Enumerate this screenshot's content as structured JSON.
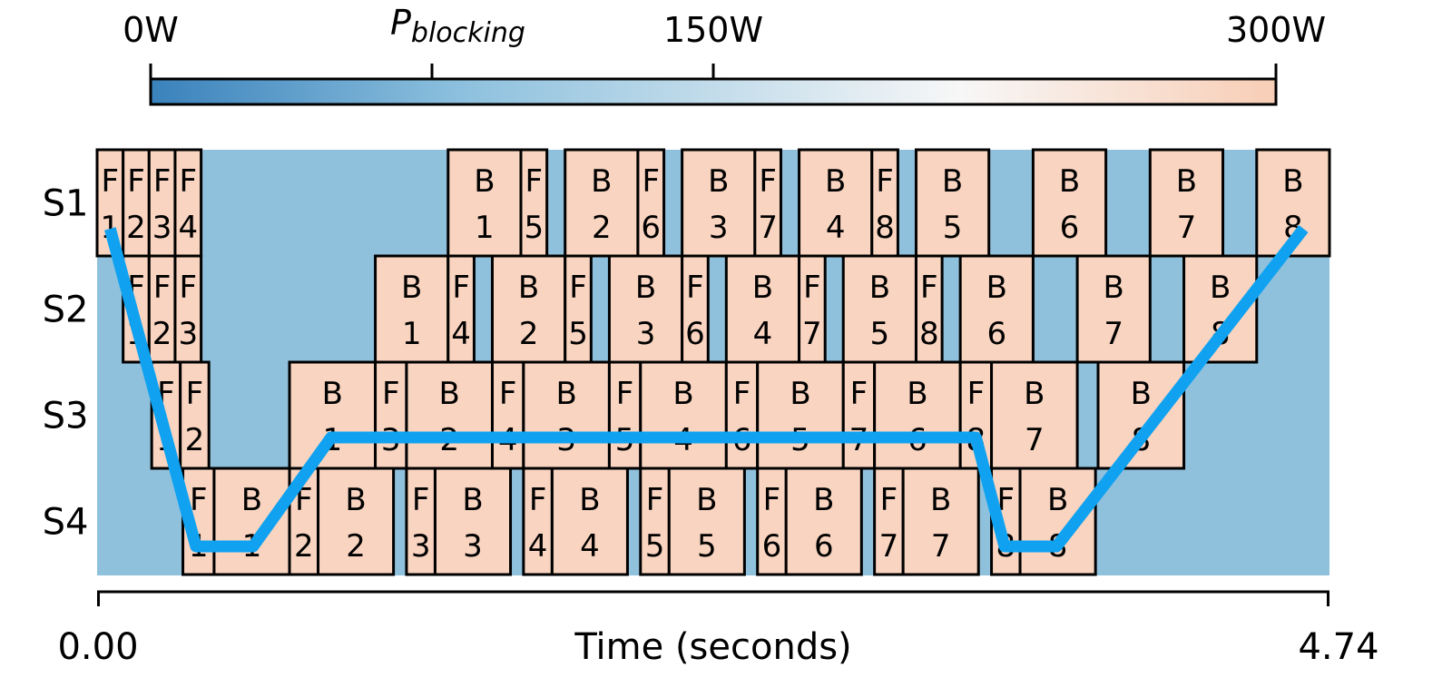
{
  "chart_data": {
    "type": "pipeline-timeline",
    "colorbar": {
      "title_main": "P",
      "title_sub": "blocking",
      "tick_labels": [
        "0W",
        "150W",
        "300W"
      ],
      "ticks": [
        0,
        75,
        150,
        300
      ],
      "range": [
        0,
        300
      ],
      "colors": [
        "#3a82bc",
        "#8ec1de",
        "#f7f7f7",
        "#f8ceb6"
      ]
    },
    "xaxis": {
      "label": "Time (seconds)",
      "min": 0.0,
      "max": 4.74,
      "min_label": "0.00",
      "max_label": "4.74"
    },
    "background_color": "#8fc1dd",
    "task_color": "#f9d4c0",
    "path_color": "#10a2f0",
    "stages": [
      {
        "label": "S1",
        "tasks": [
          {
            "kind": "F",
            "id": "1",
            "start": 0.0,
            "end": 0.1
          },
          {
            "kind": "F",
            "id": "2",
            "start": 0.1,
            "end": 0.2
          },
          {
            "kind": "F",
            "id": "3",
            "start": 0.2,
            "end": 0.3
          },
          {
            "kind": "F",
            "id": "4",
            "start": 0.3,
            "end": 0.4
          },
          {
            "kind": "B",
            "id": "1",
            "start": 1.35,
            "end": 1.63
          },
          {
            "kind": "F",
            "id": "5",
            "start": 1.63,
            "end": 1.73
          },
          {
            "kind": "B",
            "id": "2",
            "start": 1.8,
            "end": 2.08
          },
          {
            "kind": "F",
            "id": "6",
            "start": 2.08,
            "end": 2.18
          },
          {
            "kind": "B",
            "id": "3",
            "start": 2.25,
            "end": 2.53
          },
          {
            "kind": "F",
            "id": "7",
            "start": 2.53,
            "end": 2.63
          },
          {
            "kind": "B",
            "id": "4",
            "start": 2.7,
            "end": 2.98
          },
          {
            "kind": "F",
            "id": "8",
            "start": 2.98,
            "end": 3.08
          },
          {
            "kind": "B",
            "id": "5",
            "start": 3.15,
            "end": 3.43
          },
          {
            "kind": "B",
            "id": "6",
            "start": 3.6,
            "end": 3.88
          },
          {
            "kind": "B",
            "id": "7",
            "start": 4.05,
            "end": 4.33
          },
          {
            "kind": "B",
            "id": "8",
            "start": 4.46,
            "end": 4.74
          }
        ]
      },
      {
        "label": "S2",
        "tasks": [
          {
            "kind": "F",
            "id": "1",
            "start": 0.1,
            "end": 0.2
          },
          {
            "kind": "F",
            "id": "2",
            "start": 0.2,
            "end": 0.3
          },
          {
            "kind": "F",
            "id": "3",
            "start": 0.3,
            "end": 0.4
          },
          {
            "kind": "B",
            "id": "1",
            "start": 1.07,
            "end": 1.35
          },
          {
            "kind": "F",
            "id": "4",
            "start": 1.35,
            "end": 1.45
          },
          {
            "kind": "B",
            "id": "2",
            "start": 1.52,
            "end": 1.8
          },
          {
            "kind": "F",
            "id": "5",
            "start": 1.8,
            "end": 1.9
          },
          {
            "kind": "B",
            "id": "3",
            "start": 1.97,
            "end": 2.25
          },
          {
            "kind": "F",
            "id": "6",
            "start": 2.25,
            "end": 2.35
          },
          {
            "kind": "B",
            "id": "4",
            "start": 2.42,
            "end": 2.7
          },
          {
            "kind": "F",
            "id": "7",
            "start": 2.7,
            "end": 2.8
          },
          {
            "kind": "B",
            "id": "5",
            "start": 2.87,
            "end": 3.15
          },
          {
            "kind": "F",
            "id": "8",
            "start": 3.15,
            "end": 3.25
          },
          {
            "kind": "B",
            "id": "6",
            "start": 3.32,
            "end": 3.6
          },
          {
            "kind": "B",
            "id": "7",
            "start": 3.77,
            "end": 4.05
          },
          {
            "kind": "B",
            "id": "8",
            "start": 4.18,
            "end": 4.46
          }
        ]
      },
      {
        "label": "S3",
        "tasks": [
          {
            "kind": "F",
            "id": "1",
            "start": 0.21,
            "end": 0.32
          },
          {
            "kind": "F",
            "id": "2",
            "start": 0.32,
            "end": 0.43
          },
          {
            "kind": "B",
            "id": "1",
            "start": 0.74,
            "end": 1.07
          },
          {
            "kind": "F",
            "id": "3",
            "start": 1.07,
            "end": 1.19
          },
          {
            "kind": "B",
            "id": "2",
            "start": 1.19,
            "end": 1.52
          },
          {
            "kind": "F",
            "id": "4",
            "start": 1.52,
            "end": 1.64
          },
          {
            "kind": "B",
            "id": "3",
            "start": 1.64,
            "end": 1.97
          },
          {
            "kind": "F",
            "id": "5",
            "start": 1.97,
            "end": 2.09
          },
          {
            "kind": "B",
            "id": "4",
            "start": 2.09,
            "end": 2.42
          },
          {
            "kind": "F",
            "id": "6",
            "start": 2.42,
            "end": 2.54
          },
          {
            "kind": "B",
            "id": "5",
            "start": 2.54,
            "end": 2.87
          },
          {
            "kind": "F",
            "id": "7",
            "start": 2.87,
            "end": 2.99
          },
          {
            "kind": "B",
            "id": "6",
            "start": 2.99,
            "end": 3.32
          },
          {
            "kind": "F",
            "id": "8",
            "start": 3.32,
            "end": 3.44
          },
          {
            "kind": "B",
            "id": "7",
            "start": 3.44,
            "end": 3.77
          },
          {
            "kind": "B",
            "id": "8",
            "start": 3.85,
            "end": 4.18
          }
        ]
      },
      {
        "label": "S4",
        "tasks": [
          {
            "kind": "F",
            "id": "1",
            "start": 0.33,
            "end": 0.45
          },
          {
            "kind": "B",
            "id": "1",
            "start": 0.45,
            "end": 0.74
          },
          {
            "kind": "F",
            "id": "2",
            "start": 0.74,
            "end": 0.85
          },
          {
            "kind": "B",
            "id": "2",
            "start": 0.85,
            "end": 1.14
          },
          {
            "kind": "F",
            "id": "3",
            "start": 1.19,
            "end": 1.3
          },
          {
            "kind": "B",
            "id": "3",
            "start": 1.3,
            "end": 1.59
          },
          {
            "kind": "F",
            "id": "4",
            "start": 1.64,
            "end": 1.75
          },
          {
            "kind": "B",
            "id": "4",
            "start": 1.75,
            "end": 2.04
          },
          {
            "kind": "F",
            "id": "5",
            "start": 2.09,
            "end": 2.2
          },
          {
            "kind": "B",
            "id": "5",
            "start": 2.2,
            "end": 2.49
          },
          {
            "kind": "F",
            "id": "6",
            "start": 2.54,
            "end": 2.65
          },
          {
            "kind": "B",
            "id": "6",
            "start": 2.65,
            "end": 2.94
          },
          {
            "kind": "F",
            "id": "7",
            "start": 2.99,
            "end": 3.1
          },
          {
            "kind": "B",
            "id": "7",
            "start": 3.1,
            "end": 3.39
          },
          {
            "kind": "F",
            "id": "8",
            "start": 3.44,
            "end": 3.55
          },
          {
            "kind": "B",
            "id": "8",
            "start": 3.55,
            "end": 3.84
          }
        ]
      }
    ],
    "critical_path": [
      {
        "t": 0.05,
        "stage": 0
      },
      {
        "t": 0.38,
        "stage": 3
      },
      {
        "t": 0.6,
        "stage": 3
      },
      {
        "t": 0.9,
        "stage": 2
      },
      {
        "t": 3.38,
        "stage": 2
      },
      {
        "t": 3.49,
        "stage": 3
      },
      {
        "t": 3.69,
        "stage": 3
      },
      {
        "t": 4.64,
        "stage": 0
      }
    ]
  }
}
